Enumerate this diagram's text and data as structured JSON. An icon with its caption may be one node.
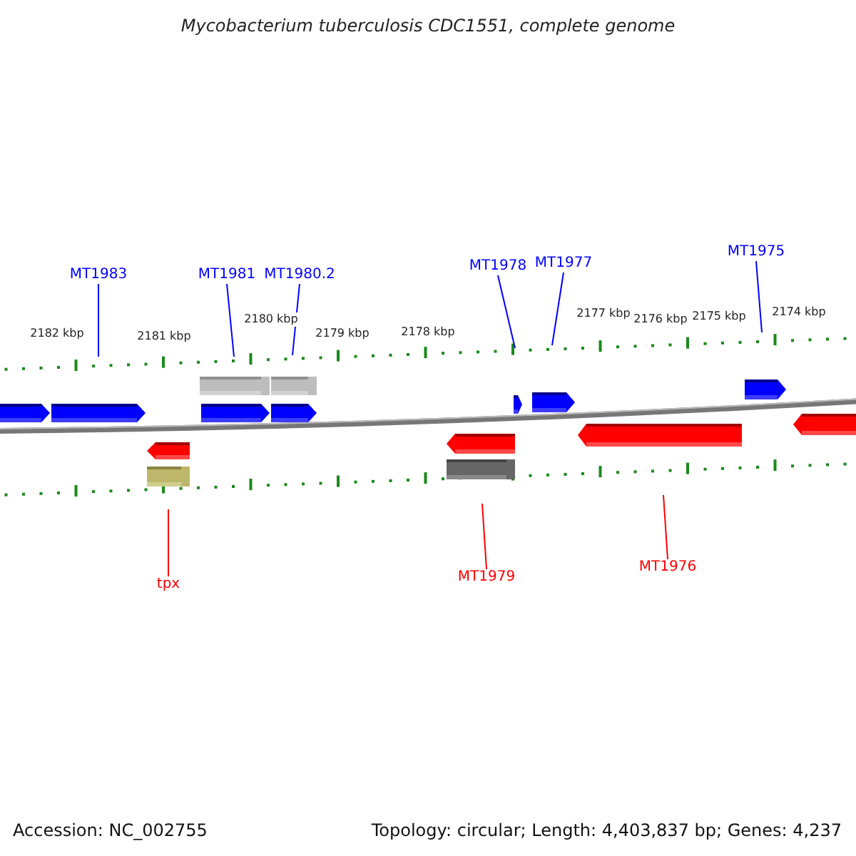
{
  "diagram": {
    "title": "Mycobacterium tuberculosis CDC1551, complete genome",
    "nodes": [
      {
        "text": [
          "MT1983"
        ]
      },
      {
        "text": [
          "MT1981"
        ]
      },
      {
        "text": [
          "MT1980.2"
        ]
      },
      {
        "text": [
          "MT1978"
        ]
      },
      {
        "text": [
          "MT1977"
        ]
      },
      {
        "text": [
          "MT1975"
        ]
      },
      {
        "text": [
          "tpx"
        ]
      },
      {
        "text": [
          "MT1979"
        ]
      },
      {
        "text": [
          "MT1976"
        ]
      }
    ],
    "edges": [
      {
        "from": 0,
        "to": null,
        "arrow": "none"
      },
      {
        "from": 1,
        "to": null,
        "arrow": "none"
      },
      {
        "from": 2,
        "to": null,
        "arrow": "none"
      },
      {
        "from": 3,
        "to": null,
        "arrow": "none"
      },
      {
        "from": 4,
        "to": null,
        "arrow": "none"
      },
      {
        "from": 5,
        "to": null,
        "arrow": "none"
      },
      {
        "from": 6,
        "to": null,
        "arrow": "none",
        "color": "#ff0000"
      },
      {
        "from": 7,
        "to": null,
        "arrow": "none",
        "color": "#ff0000"
      },
      {
        "from": 8,
        "to": null,
        "arrow": "none",
        "color": "#ff0000"
      }
    ],
    "labels": [
      "2182 kbp",
      "2181 kbp",
      "2180 kbp",
      "2179 kbp",
      "2178 kbp",
      "2177 kbp",
      "2176 kbp",
      "2175 kbp",
      "2174 kbp",
      "Accession: NC_002755",
      "Topology: circular; Length: 4,403,837 bp; Genes: 4,237"
    ]
  }
}
